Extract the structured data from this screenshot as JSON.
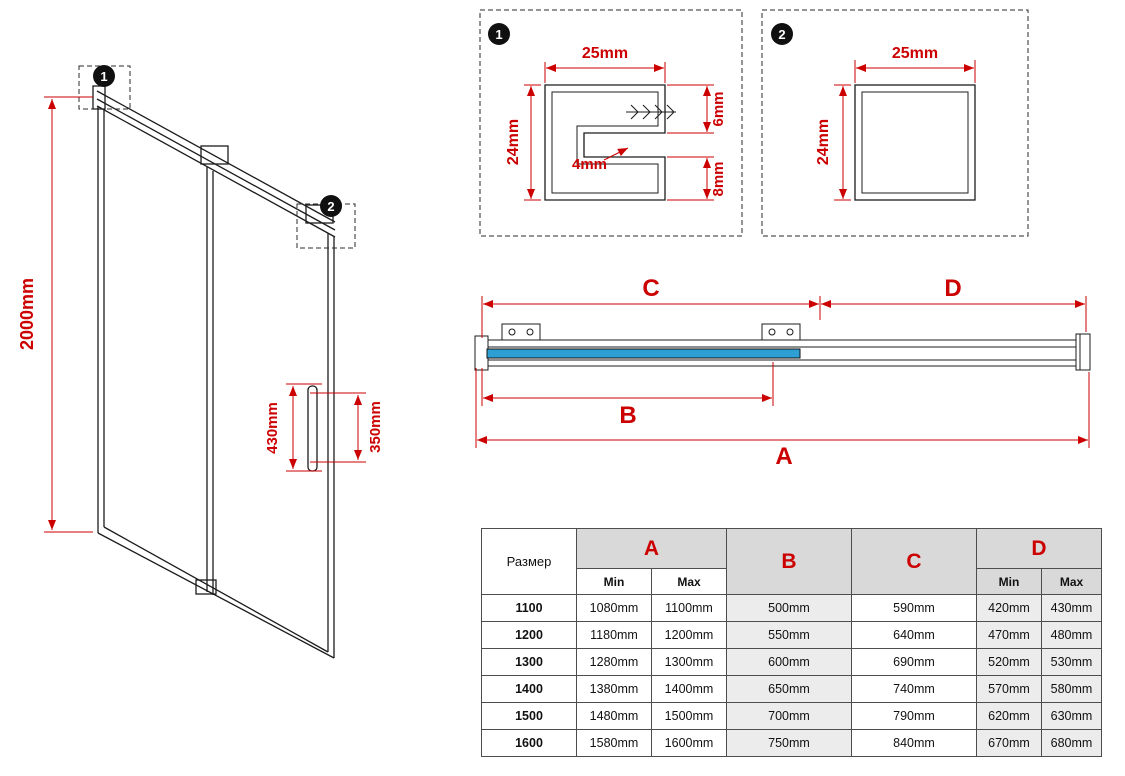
{
  "colors": {
    "dimension_red": "#cc0000",
    "glass_blue": "#2d9fd4",
    "line_black": "#1c1c1c",
    "table_header_gray": "#d9d9d9",
    "table_stripe_gray": "#ececec"
  },
  "door_view": {
    "marker1": "1",
    "marker2": "2",
    "height": "2000mm",
    "handle_length": "430mm",
    "handle_spacing": "350mm"
  },
  "detail_1": {
    "marker": "1",
    "width": "25mm",
    "height": "24mm",
    "top_flange": "6mm",
    "slot": "4mm",
    "bottom_flange": "8mm"
  },
  "detail_2": {
    "marker": "2",
    "width": "25mm",
    "height": "24mm"
  },
  "top_view": {
    "dim_a": "A",
    "dim_b": "B",
    "dim_c": "C",
    "dim_d": "D"
  },
  "table": {
    "header": {
      "size": "Размер",
      "a": "A",
      "b": "B",
      "c": "C",
      "d": "D",
      "min": "Min",
      "max": "Max"
    },
    "rows": [
      {
        "size": "1100",
        "a_min": "1080mm",
        "a_max": "1100mm",
        "b": "500mm",
        "c": "590mm",
        "d_min": "420mm",
        "d_max": "430mm"
      },
      {
        "size": "1200",
        "a_min": "1180mm",
        "a_max": "1200mm",
        "b": "550mm",
        "c": "640mm",
        "d_min": "470mm",
        "d_max": "480mm"
      },
      {
        "size": "1300",
        "a_min": "1280mm",
        "a_max": "1300mm",
        "b": "600mm",
        "c": "690mm",
        "d_min": "520mm",
        "d_max": "530mm"
      },
      {
        "size": "1400",
        "a_min": "1380mm",
        "a_max": "1400mm",
        "b": "650mm",
        "c": "740mm",
        "d_min": "570mm",
        "d_max": "580mm"
      },
      {
        "size": "1500",
        "a_min": "1480mm",
        "a_max": "1500mm",
        "b": "700mm",
        "c": "790mm",
        "d_min": "620mm",
        "d_max": "630mm"
      },
      {
        "size": "1600",
        "a_min": "1580mm",
        "a_max": "1600mm",
        "b": "750mm",
        "c": "840mm",
        "d_min": "670mm",
        "d_max": "680mm"
      }
    ]
  }
}
